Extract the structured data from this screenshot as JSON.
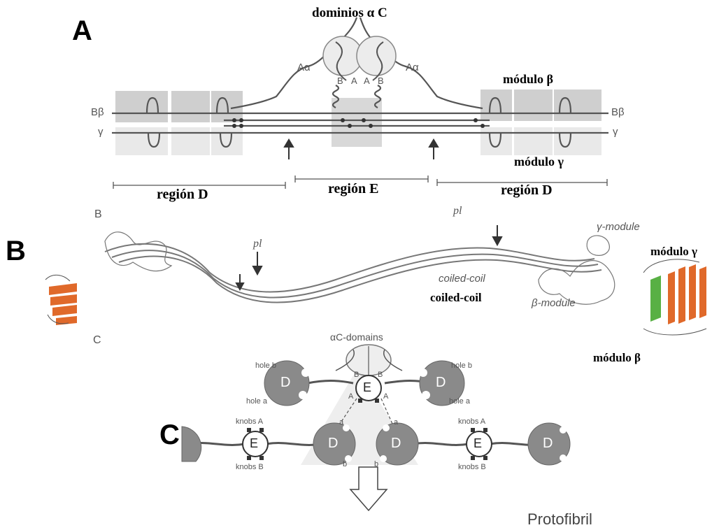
{
  "panels": {
    "a": "A",
    "b": "B",
    "c": "C"
  },
  "panel_a": {
    "alpha_c_domains": "dominios α  C",
    "a_alpha_left": "Aα",
    "a_alpha_right": "Aα",
    "b_beta_left": "Bβ",
    "b_beta_right": "Bβ",
    "gamma_left": "γ",
    "gamma_right": "γ",
    "center_b1": "B",
    "center_a1": "A",
    "center_a2": "A",
    "center_b2": "B",
    "beta_module": "módulo β",
    "gamma_module": "módulo γ",
    "region_d_left": "región D",
    "region_e": "región E",
    "region_d_right": "región D"
  },
  "panel_b": {
    "sub_letter": "B",
    "pl_left": "pl",
    "pl_right": "pl",
    "gamma_module_en": "γ-module",
    "beta_module_en": "β-module",
    "coiled_coil_en": "coiled-coil",
    "coiled_coil": "coiled-coil",
    "gamma_module": "módulo γ",
    "beta_module": "módulo β"
  },
  "panel_c": {
    "sub_letter": "C",
    "ac_domains": "αC-domains",
    "hole_b_left": "hole b",
    "hole_a_left": "hole a",
    "hole_b_right": "hole b",
    "hole_a_right": "hole a",
    "knobs_a_left": "knobs A",
    "knobs_b_left": "knobs B",
    "knobs_a_right": "knobs A",
    "knobs_b_right": "knobs B",
    "d_label": "D",
    "e_label": "E",
    "small_b": "B",
    "small_a": "A",
    "small_a_lower": "a",
    "small_b_lower": "b",
    "protofibril": "Protofibril"
  },
  "colors": {
    "module_fill": "#c9c9c9",
    "orange": "#e0692a",
    "green": "#58b044",
    "node_fill": "#8a8a8a"
  }
}
